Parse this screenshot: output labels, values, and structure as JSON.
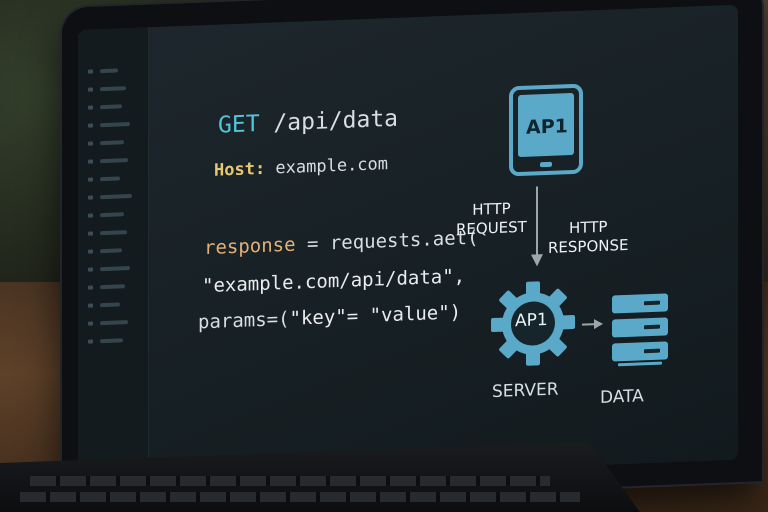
{
  "request": {
    "method": "GET",
    "path": " /api/data",
    "host_label": "Host:",
    "host_value": " example.com"
  },
  "code": {
    "line1_var": "response",
    "line1_rest": " = requests.aet(",
    "line2": "\"example.com/api/data\",",
    "line3_kw": "params=(",
    "line3_rest": "\"key\"= \"value\")"
  },
  "diagram": {
    "client_label": "AP1",
    "server_label": "AP1",
    "http_request": "HTTP\nREQUEST",
    "http_response": "HTTP\nRESPONSE",
    "server_caption": "SERVER",
    "data_caption": "DATA",
    "accent_color": "#5aa9c9"
  },
  "icons": [
    "tablet-icon",
    "gear-icon",
    "database-icon",
    "arrow-down-icon",
    "arrow-right-icon"
  ]
}
